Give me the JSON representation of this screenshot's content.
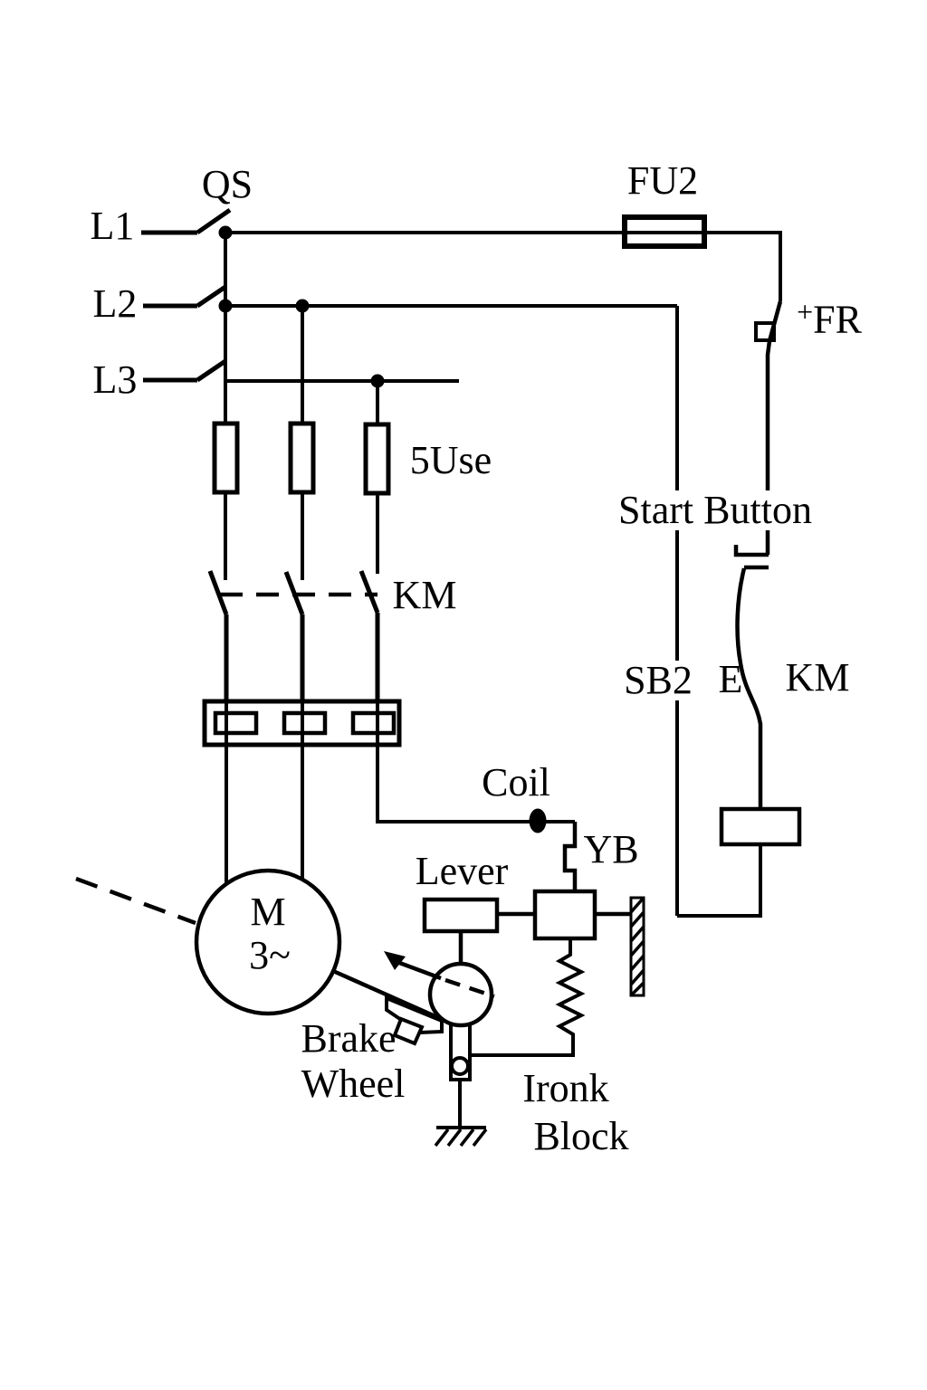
{
  "figure": {
    "type": "electrical-schematic",
    "background": "#ffffff",
    "line_color": "#000000",
    "labels": {
      "qs": "QS",
      "l1": "L1",
      "l2": "L2",
      "l3": "L3",
      "fu2": "FU2",
      "fr_plus": "+",
      "fr": "FR",
      "fuse_bank": "5Use",
      "km_main": "KM",
      "start_button": "Start Button",
      "sb2": "SB2",
      "e": "E",
      "km_aux": "KM",
      "coil": "Coil",
      "yb": "YB",
      "lever": "Lever",
      "motor_letter": "M",
      "motor_phases": "3~",
      "brake_word1": "Brake",
      "brake_word2": "Wheel",
      "iron_word1": "Ironk",
      "iron_word2": "Block"
    }
  }
}
